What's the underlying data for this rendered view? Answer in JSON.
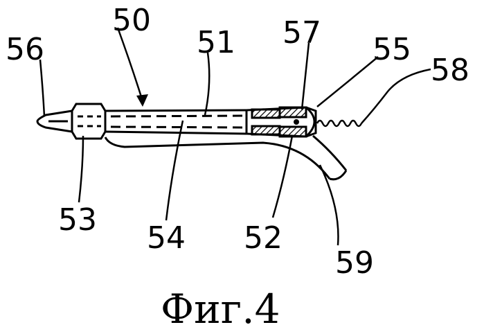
{
  "figure": {
    "caption": "Фиг.4",
    "labels": {
      "l50": "50",
      "l51": "51",
      "l52": "52",
      "l53": "53",
      "l54": "54",
      "l55": "55",
      "l56": "56",
      "l57": "57",
      "l58": "58",
      "l59": "59"
    }
  }
}
